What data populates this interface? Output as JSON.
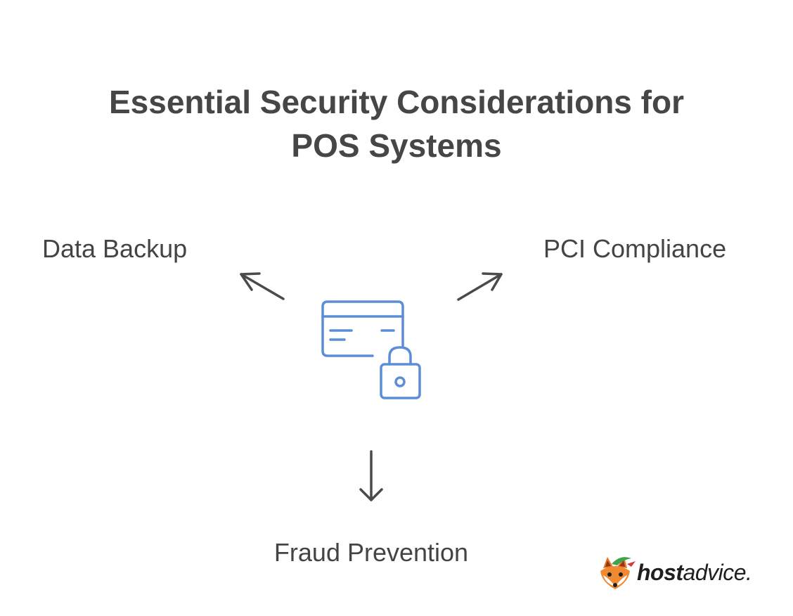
{
  "title": {
    "line1": "Essential Security Considerations for",
    "line2": "POS Systems"
  },
  "nodes": {
    "left": "Data Backup",
    "right": "PCI Compliance",
    "bottom": "Fraud Prevention"
  },
  "center_icon": "credit-card-lock-icon",
  "logo": {
    "bold": "host",
    "regular": "advice."
  },
  "colors": {
    "icon": "#5B8ED6",
    "arrow": "#4A4A4A",
    "text": "#444444"
  }
}
